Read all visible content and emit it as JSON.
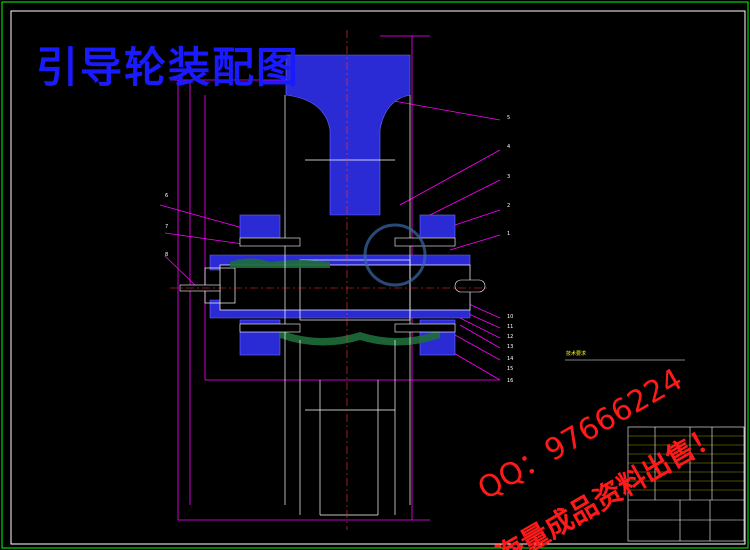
{
  "drawing": {
    "title": "引导轮装配图",
    "frame_color": "#00ff00",
    "line_color": "#ff00ff",
    "part_color": "#3a3aff",
    "annotation_color": "#ffff00",
    "centerline_color": "#ff0000"
  },
  "callouts_left": [
    "6",
    "7",
    "8"
  ],
  "callouts_right": [
    "5",
    "4",
    "3",
    "2",
    "1",
    "10",
    "11",
    "12",
    "13",
    "14",
    "15",
    "16"
  ],
  "technical_requirements": {
    "heading": "技术要求"
  },
  "watermark": {
    "qq": "QQ：97666224",
    "slogan": "海量成品资料出售！",
    "color": "#ff2020"
  }
}
